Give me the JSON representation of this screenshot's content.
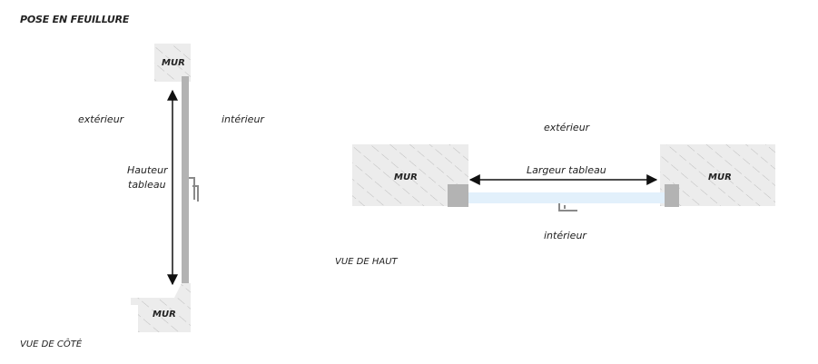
{
  "title": "POSE EN FEUILLURE",
  "side_view": {
    "caption": "VUE DE CÔTÉ",
    "wall_top": "MUR",
    "wall_bottom": "MUR",
    "exterior": "extérieur",
    "interior": "intérieur",
    "dimension_line1": "Hauteur",
    "dimension_line2": "tableau"
  },
  "top_view": {
    "caption": "VUE DE HAUT",
    "wall_left": "MUR",
    "wall_right": "MUR",
    "exterior": "extérieur",
    "interior": "intérieur",
    "dimension": "Largeur tableau"
  },
  "colors": {
    "wall_fill": "#ececec",
    "hatch": "#b9b9b9",
    "frame": "#b3b3b3",
    "glass": "#e2f0fb",
    "handle": "#8a8a8a",
    "text": "#222222"
  }
}
